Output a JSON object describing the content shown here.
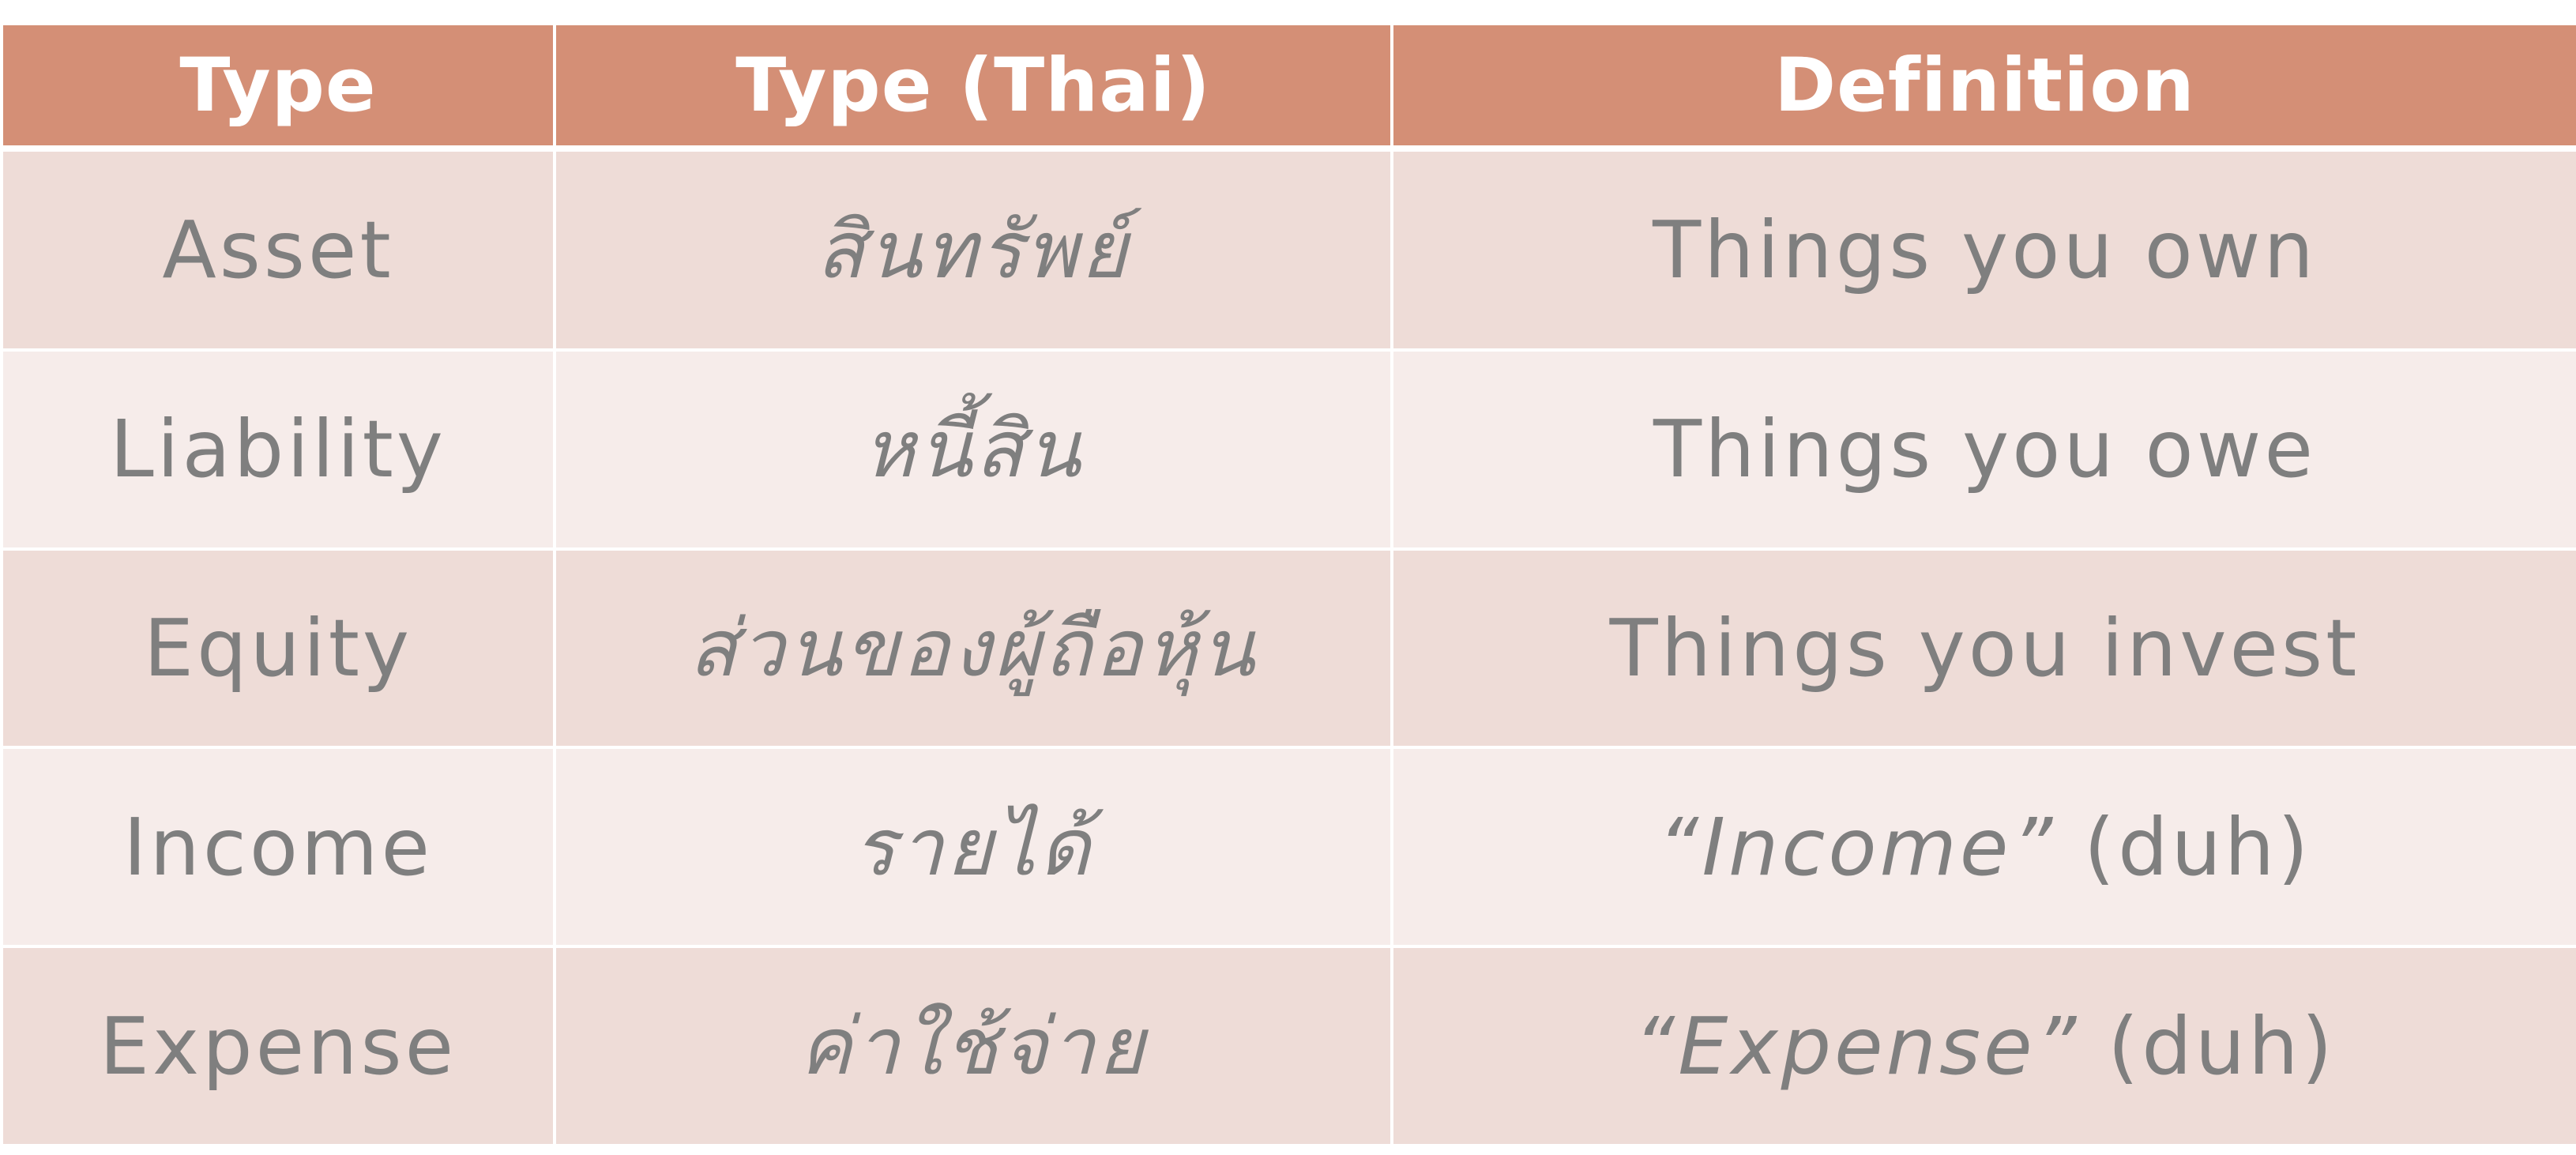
{
  "table": {
    "headers": {
      "type": "Type",
      "type_thai": "Type (Thai)",
      "definition": "Definition"
    },
    "rows": [
      {
        "type": "Asset",
        "type_thai": "สินทรัพย์",
        "definition": "Things you own"
      },
      {
        "type": "Liability",
        "type_thai": "หนี้สิน",
        "definition": "Things you owe"
      },
      {
        "type": "Equity",
        "type_thai": "ส่วนของผู้ถือหุ้น",
        "definition": "Things you invest"
      },
      {
        "type": "Income",
        "type_thai": "รายได้",
        "definition_quoted": "“Income”",
        "definition_suffix": " (duh)"
      },
      {
        "type": "Expense",
        "type_thai": "ค่าใช้จ่าย",
        "definition_quoted": "“Expense”",
        "definition_suffix": " (duh)"
      }
    ]
  },
  "colors": {
    "header_bg": "#d48f76",
    "header_text": "#ffffff",
    "row_odd_bg": "#eedcd7",
    "row_even_bg": "#f6ecea",
    "body_text": "#7f7f7f"
  }
}
